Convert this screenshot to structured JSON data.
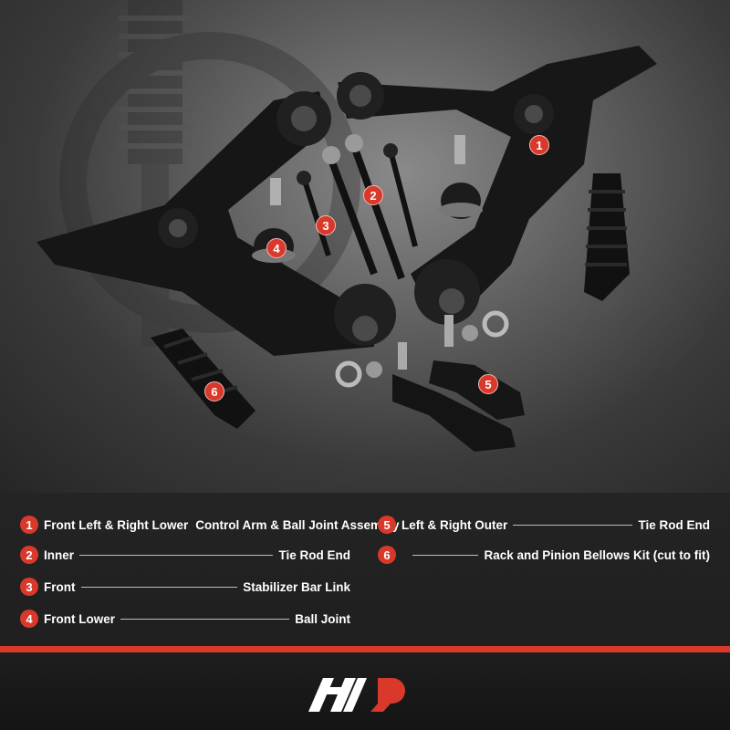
{
  "legend": [
    {
      "number": "1",
      "left": "Front Left & Right Lower",
      "right": "Control Arm & Ball Joint Assembly"
    },
    {
      "number": "2",
      "left": "Inner",
      "right": "Tie Rod End"
    },
    {
      "number": "3",
      "left": "Front",
      "right": "Stabilizer Bar Link"
    },
    {
      "number": "4",
      "left": "Front Lower",
      "right": "Ball Joint"
    },
    {
      "number": "5",
      "left": "Left & Right Outer",
      "right": "Tie Rod End"
    },
    {
      "number": "6",
      "left": "",
      "right": "Rack and Pinion Bellows Kit (cut to fit)"
    }
  ],
  "callouts": [
    "1",
    "2",
    "3",
    "4",
    "5",
    "6"
  ],
  "colors": {
    "accent": "#d8392b",
    "text": "#ffffff",
    "background": "#1a1a1a"
  }
}
